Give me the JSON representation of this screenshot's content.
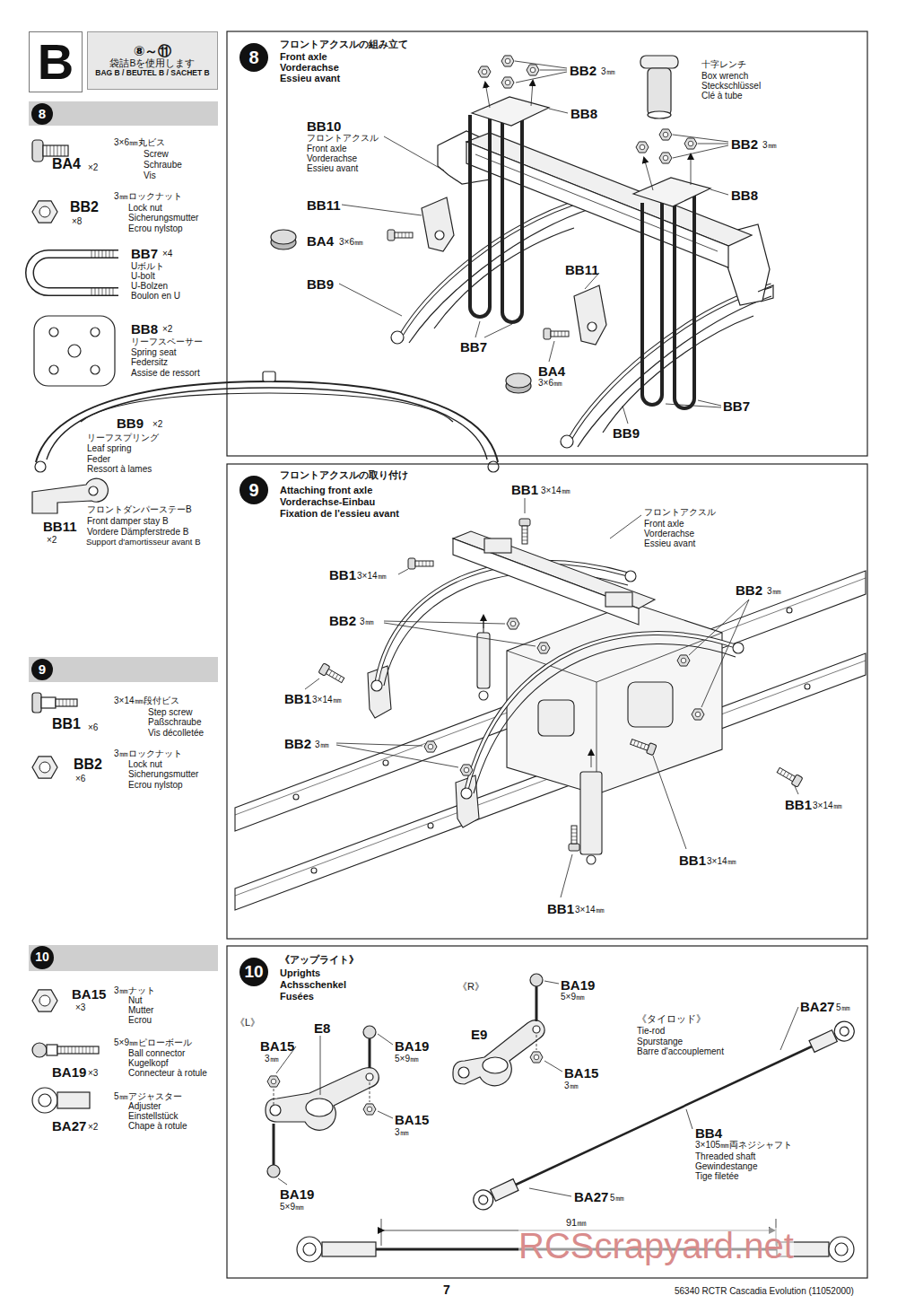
{
  "diagram": {
    "nodes": [
      {
        "text": [
          "B"
        ]
      },
      {
        "text": [
          "⑧～⑪",
          "袋詰Bを使用します",
          "BAG B / BEUTEL B / SACHET B"
        ]
      },
      {
        "text": [
          "8"
        ]
      },
      {
        "text": [
          "9"
        ]
      },
      {
        "text": [
          "10"
        ]
      },
      {
        "text": [
          "8"
        ]
      },
      {
        "text": [
          "9"
        ]
      },
      {
        "text": [
          "10"
        ]
      }
    ],
    "labels": [
      "3×6㎜丸ビス",
      "Screw",
      "Schraube",
      "Vis",
      "BA4",
      "×2",
      "3㎜ロックナット",
      "Lock nut",
      "Sicherungsmutter",
      "Ecrou nylstop",
      "BB2",
      "×8",
      "BB7",
      "×4",
      "Uボルト",
      "U-bolt",
      "U-Bolzen",
      "Boulon en U",
      "BB8",
      "×2",
      "リーフスペーサー",
      "Spring seat",
      "Federsitz",
      "Assise de ressort",
      "BB9",
      "×2",
      "リーフスプリング",
      "Leaf spring",
      "Feder",
      "Ressort à lames",
      "BB11",
      "×2",
      "フロントダンパーステーB",
      "Front damper stay B",
      "Vordere Dämpferstrede B",
      "Support d'amortisseur avant B",
      "3×14㎜段付ビス",
      "Step screw",
      "Paßschraube",
      "Vis décolletée",
      "BB1",
      "×6",
      "3㎜ロックナット",
      "Lock nut",
      "Sicherungsmutter",
      "Ecrou nylstop",
      "BB2",
      "×6",
      "3㎜ナット",
      "Nut",
      "Mutter",
      "Ecrou",
      "BA15",
      "×3",
      "5×9㎜ピローボール",
      "Ball connector",
      "Kugelkopf",
      "Connecteur à rotule",
      "BA19",
      "×3",
      "5㎜アジャスター",
      "Adjuster",
      "Einstellstück",
      "Chape à rotule",
      "BA27",
      "×2",
      "フロントアクスルの組み立て",
      "Front axle",
      "Vorderachse",
      "Essieu avant",
      "BB2",
      "3㎜",
      "BB8",
      "十字レンチ",
      "Box wrench",
      "Steckschlüssel",
      "Clé à tube",
      "BB2",
      "3㎜",
      "BB8",
      "BB10",
      "フロントアクスル",
      "Front axle",
      "Vorderachse",
      "Essieu avant",
      "BB11",
      "BA4",
      "3×6㎜",
      "BB9",
      "BB11",
      "BB7",
      "BA4",
      "3×6㎜",
      "BB7",
      "BB9",
      "フロントアクスルの取り付け",
      "Attaching front axle",
      "Vorderachse-Einbau",
      "Fixation de l'essieu avant",
      "BB1",
      "3×14㎜",
      "フロントアクスル",
      "Front axle",
      "Vorderachse",
      "Essieu avant",
      "BB1",
      "3×14㎜",
      "BB2",
      "3㎜",
      "BB2",
      "3㎜",
      "BB1",
      "3×14㎜",
      "BB2",
      "3㎜",
      "BB1",
      "3×14㎜",
      "BB1",
      "3×14㎜",
      "BB1",
      "3×14㎜",
      "《アップライト》",
      "Uprights",
      "Achsschenkel",
      "Fusées",
      "《L》",
      "E8",
      "BA15",
      "3㎜",
      "BA19",
      "5×9㎜",
      "BA15",
      "3㎜",
      "BA19",
      "5×9㎜",
      "《R》",
      "BA19",
      "5×9㎜",
      "E9",
      "BA15",
      "3㎜",
      "《タイロッド》",
      "Tie-rod",
      "Spurstange",
      "Barre d'accouplement",
      "BA27",
      "5㎜",
      "BB4",
      "3×105㎜両ネジシャフト",
      "Threaded shaft",
      "Gewindestange",
      "Tige filetée",
      "BA27",
      "5㎜",
      "91㎜",
      "RCScrapyard.net",
      "7",
      "56340 RCTR Cascadia Evolution (11052000)"
    ]
  }
}
